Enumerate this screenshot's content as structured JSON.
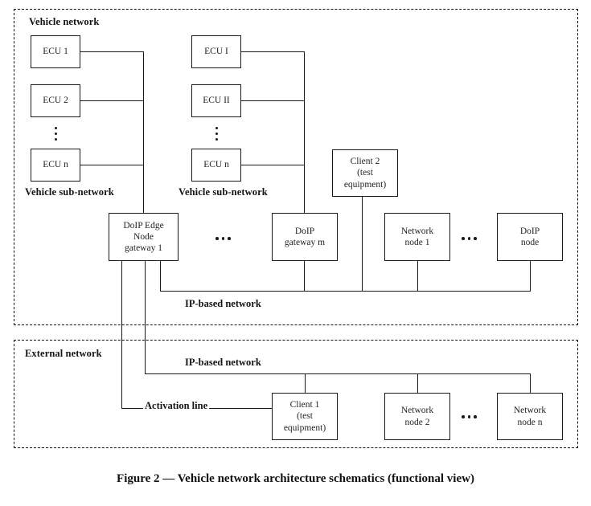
{
  "figure": {
    "caption": "Figure 2 — Vehicle network architecture schematics (functional view)"
  },
  "regions": {
    "vehicle_network": {
      "label": "Vehicle network"
    },
    "external_network": {
      "label": "External network"
    }
  },
  "labels": {
    "vehicle_subnetwork_1": "Vehicle sub-network",
    "vehicle_subnetwork_2": "Vehicle sub-network",
    "ip_based_network_vehicle": "IP-based network",
    "ip_based_network_external": "IP-based network",
    "activation_line": "Activation line"
  },
  "subnetwork_1": {
    "ecus": [
      {
        "label": "ECU  1"
      },
      {
        "label": "ECU 2"
      },
      {
        "label": "ECU n"
      }
    ]
  },
  "subnetwork_2": {
    "ecus": [
      {
        "label": "ECU I"
      },
      {
        "label": "ECU II"
      },
      {
        "label": "ECU n"
      }
    ]
  },
  "vehicle_nodes": {
    "edge_gateway": "DoIP Edge\nNode\ngateway 1",
    "gateway_m": "DoIP\ngateway m",
    "client_2": "Client 2\n(test\nequipment)",
    "network_node_1": "Network\nnode 1",
    "doip_node": "DoIP\nnode"
  },
  "external_nodes": {
    "client_1": "Client 1\n(test\nequipment)",
    "network_node_2": "Network\nnode 2",
    "network_node_n": "Network\nnode n"
  },
  "colors": {
    "stroke": "#1a1a1a",
    "text": "#232323",
    "background": "#ffffff"
  }
}
